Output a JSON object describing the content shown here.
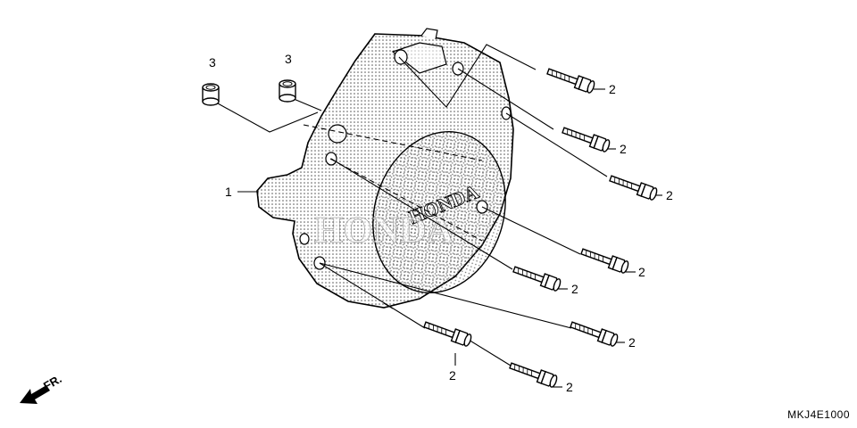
{
  "diagram": {
    "brand_text": "HONDA",
    "direction_label": "FR.",
    "part_code": "MKJ4E1000",
    "callouts": {
      "cover": "1",
      "bolt_1": "2",
      "bolt_2": "2",
      "bolt_3": "2",
      "bolt_4": "2",
      "bolt_5": "2",
      "bolt_6": "2",
      "bolt_7": "2",
      "bolt_8": "2",
      "dowel_1": "3",
      "dowel_2": "3"
    }
  }
}
